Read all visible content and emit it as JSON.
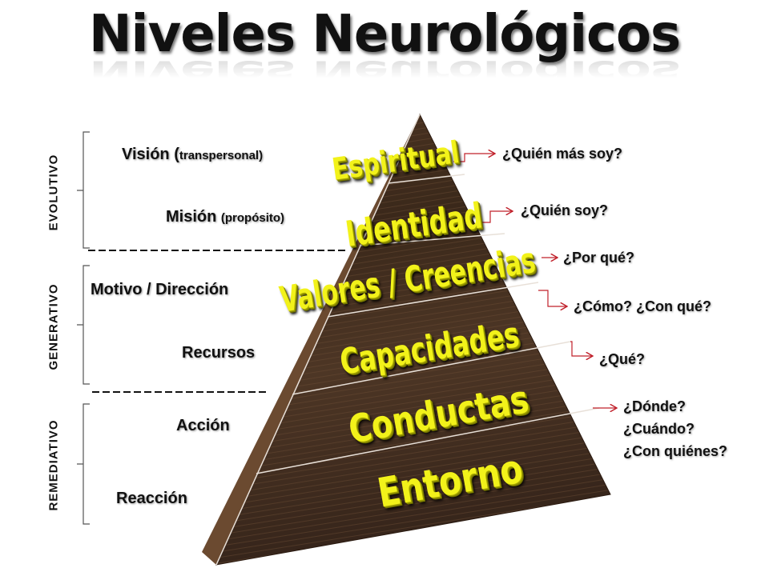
{
  "title": "Niveles Neurológicos",
  "groups": [
    "EVOLUTIVO",
    "GENERATIVO",
    "REMEDIATIVO"
  ],
  "left_labels": {
    "vision": "Visión (",
    "vision_sub": "transpersonal)",
    "mision": "Misión ",
    "mision_sub": "(propósito)",
    "motivo": "Motivo / Dirección",
    "recursos": "Recursos",
    "accion": "Acción",
    "reaccion": "Reacción"
  },
  "levels": [
    "Espiritual",
    "Identidad",
    "Valores / Creencias",
    "Capacidades",
    "Conductas",
    "Entorno"
  ],
  "questions": {
    "espiritual": "¿Quién más soy?",
    "identidad": "¿Quién soy?",
    "valores": "¿Por qué?",
    "capacidades": "¿Cómo? ¿Con qué?",
    "conductas": "¿Qué?",
    "entorno": [
      "¿Dónde?",
      "¿Cuándo?",
      "¿Con quiénes?"
    ]
  },
  "colors": {
    "level_text": "#f2f21a",
    "arrow": "#c0202a",
    "wood": "#3e2a1c"
  }
}
